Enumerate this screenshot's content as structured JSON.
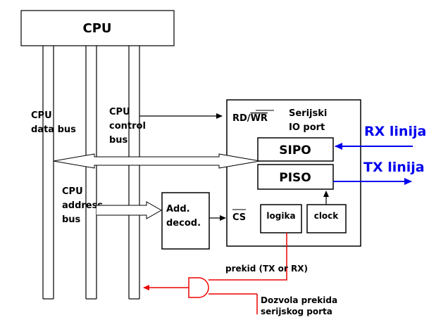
{
  "cpu": {
    "label": "CPU"
  },
  "buses": {
    "data": [
      "CPU",
      "data bus"
    ],
    "control": [
      "CPU",
      "control",
      "bus"
    ],
    "address": [
      "CPU",
      "address",
      "bus"
    ]
  },
  "decoder": {
    "lines": [
      "Add.",
      "decod."
    ]
  },
  "serial_port": {
    "title": [
      "Serijski",
      "IO port"
    ],
    "rd_label": "RD/",
    "wr_label": "WR",
    "cs_label": "CS",
    "sipo": "SIPO",
    "piso": "PISO",
    "logika": "logika",
    "clock": "clock"
  },
  "external": {
    "rx": "RX linija",
    "tx": "TX linija"
  },
  "interrupt": {
    "label": "prekid (TX or RX)",
    "enable": [
      "Dozvola prekida",
      "serijskog porta"
    ]
  },
  "colors": {
    "line": "#000000",
    "blue": "#0000ee",
    "red": "#ee0000"
  }
}
